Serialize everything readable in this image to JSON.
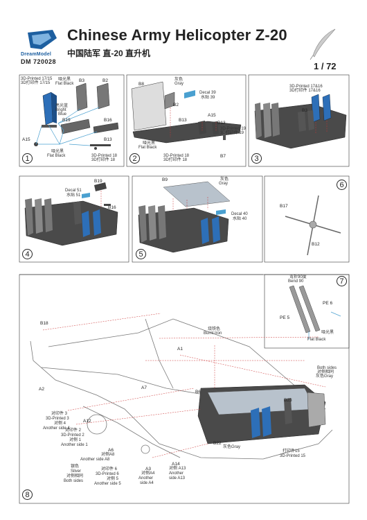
{
  "header": {
    "brand": "DreamModel",
    "product_code": "DM  720028",
    "title": "Chinese Army Helicopter Z-20",
    "subtitle": "中国陆军 直-20 直升机",
    "scale": "1 / 72"
  },
  "steps": [
    {
      "number": "1"
    },
    {
      "number": "2"
    },
    {
      "number": "3"
    },
    {
      "number": "4"
    },
    {
      "number": "5"
    },
    {
      "number": "6"
    },
    {
      "number": "7"
    },
    {
      "number": "8"
    }
  ],
  "labels": {
    "s1_printed": "3D-Printed 17/15",
    "s1_printed_cn": "3D打印件 17/15",
    "s1_flatblack_cn": "哑光黑",
    "s1_flatblack": "Flat Black",
    "s1_bb_cn": "亮光蓝",
    "s1_bb": "Bright",
    "s1_bb2": "Blue",
    "s1_b3": "B3",
    "s1_b2": "B2",
    "s1_b19": "B19",
    "s1_b16": "B16",
    "s1_a15": "A15",
    "s1_b13": "B13",
    "s1_flat_cn": "哑光黑",
    "s1_flat": "Flat Black",
    "s1_p18": "3D-Printed 18",
    "s1_p18_cn": "3D打印件 18",
    "s2_b8": "B8",
    "s2_gray_cn": "灰色",
    "s2_gray": "Gray",
    "s2_b2": "B2",
    "s2_decal": "Decal 39",
    "s2_decal_cn": "水贴 39",
    "s2_a15": "A15",
    "s2_b13": "B13",
    "s2_b13b": "B13",
    "s2_printed19": "3D-Printed 19",
    "s2_printed19_cn": "3D打印件 19",
    "s2_flat_cn": "哑光黑",
    "s2_flat": "Flat Black",
    "s2_p18": "3D-Printed 18",
    "s2_p18_cn": "3D打印件 18",
    "s2_b7": "B7",
    "s3_printed": "3D-Printed 17&16",
    "s3_printed_cn": "3D打印件 17&16",
    "s3_b3": "B3",
    "s4_b19": "B19",
    "s4_decal": "Decal 51",
    "s4_decal_cn": "水贴 51",
    "s4_b16": "B16",
    "s5_b9": "B9",
    "s5_gray_cn": "灰色",
    "s5_gray": "Gray",
    "s5_decal": "Decal 40",
    "s5_decal_cn": "水贴 40",
    "s6_b17": "B17",
    "s6_b12": "B12",
    "s7_bend_cn": "弯折90度",
    "s7_bend": "Bend  90",
    "s7_pe6": "PE 6",
    "s7_pe5": "PE 5",
    "s7_flat_cn": "哑光黑",
    "s7_flat": "Flat Black",
    "s8_b18": "B18",
    "s8_burnt_cn": "烧铁色",
    "s8_burnt": "Burnt Iron",
    "s8_a1": "A1",
    "s8_both": "Both sides",
    "s8_both_cn": "对侧相同",
    "s8_gray_cn": "灰色Gray",
    "s8_a2": "A2",
    "s8_a7": "A7",
    "s8_b6": "B6",
    "s8_b23": "B23",
    "s8_p3_cn": "对印件 3",
    "s8_p3": "3D-Printed 3",
    "s8_p4": "对侧 4",
    "s8_side4": "Another side 4",
    "s8_a12": "A12",
    "s8_p2_cn": "对印件 2",
    "s8_p2": "3D-Printed 2",
    "s8_p1_cn": "对侧 1",
    "s8_side1": "Another side 1",
    "s8_a6": "A6",
    "s8_a8": "对侧A8",
    "s8_sideA8": "Another side A8",
    "s8_silver_cn": "银色",
    "s8_silver": "Silver",
    "s8_both2_cn": "对侧相同",
    "s8_both2": "Both sides",
    "s8_p6_cn": "对印件 6",
    "s8_p6": "3D-Printed 6",
    "s8_p5_cn": "对侧 5",
    "s8_side5": "Another side 5",
    "s8_a3": "A3",
    "s8_a4_cn": "对侧A4",
    "s8_sideA4": "Another",
    "s8_sideA4b": "side A4",
    "s8_a14": "A14",
    "s8_a13_cn": "对侧 A13",
    "s8_sideA13": "Another",
    "s8_sideA13b": "side A13",
    "s8_b22": "B22",
    "s8_gray2": "灰色Gray",
    "s8_p15_cn": "打印件15",
    "s8_p15": "3D-Printed 15"
  },
  "colors": {
    "seat_blue": "#2d6fb8",
    "floor_gray": "#4a4a4a",
    "panel_gray": "#9aa3ad",
    "brand_blue": "#1d5fa0"
  }
}
